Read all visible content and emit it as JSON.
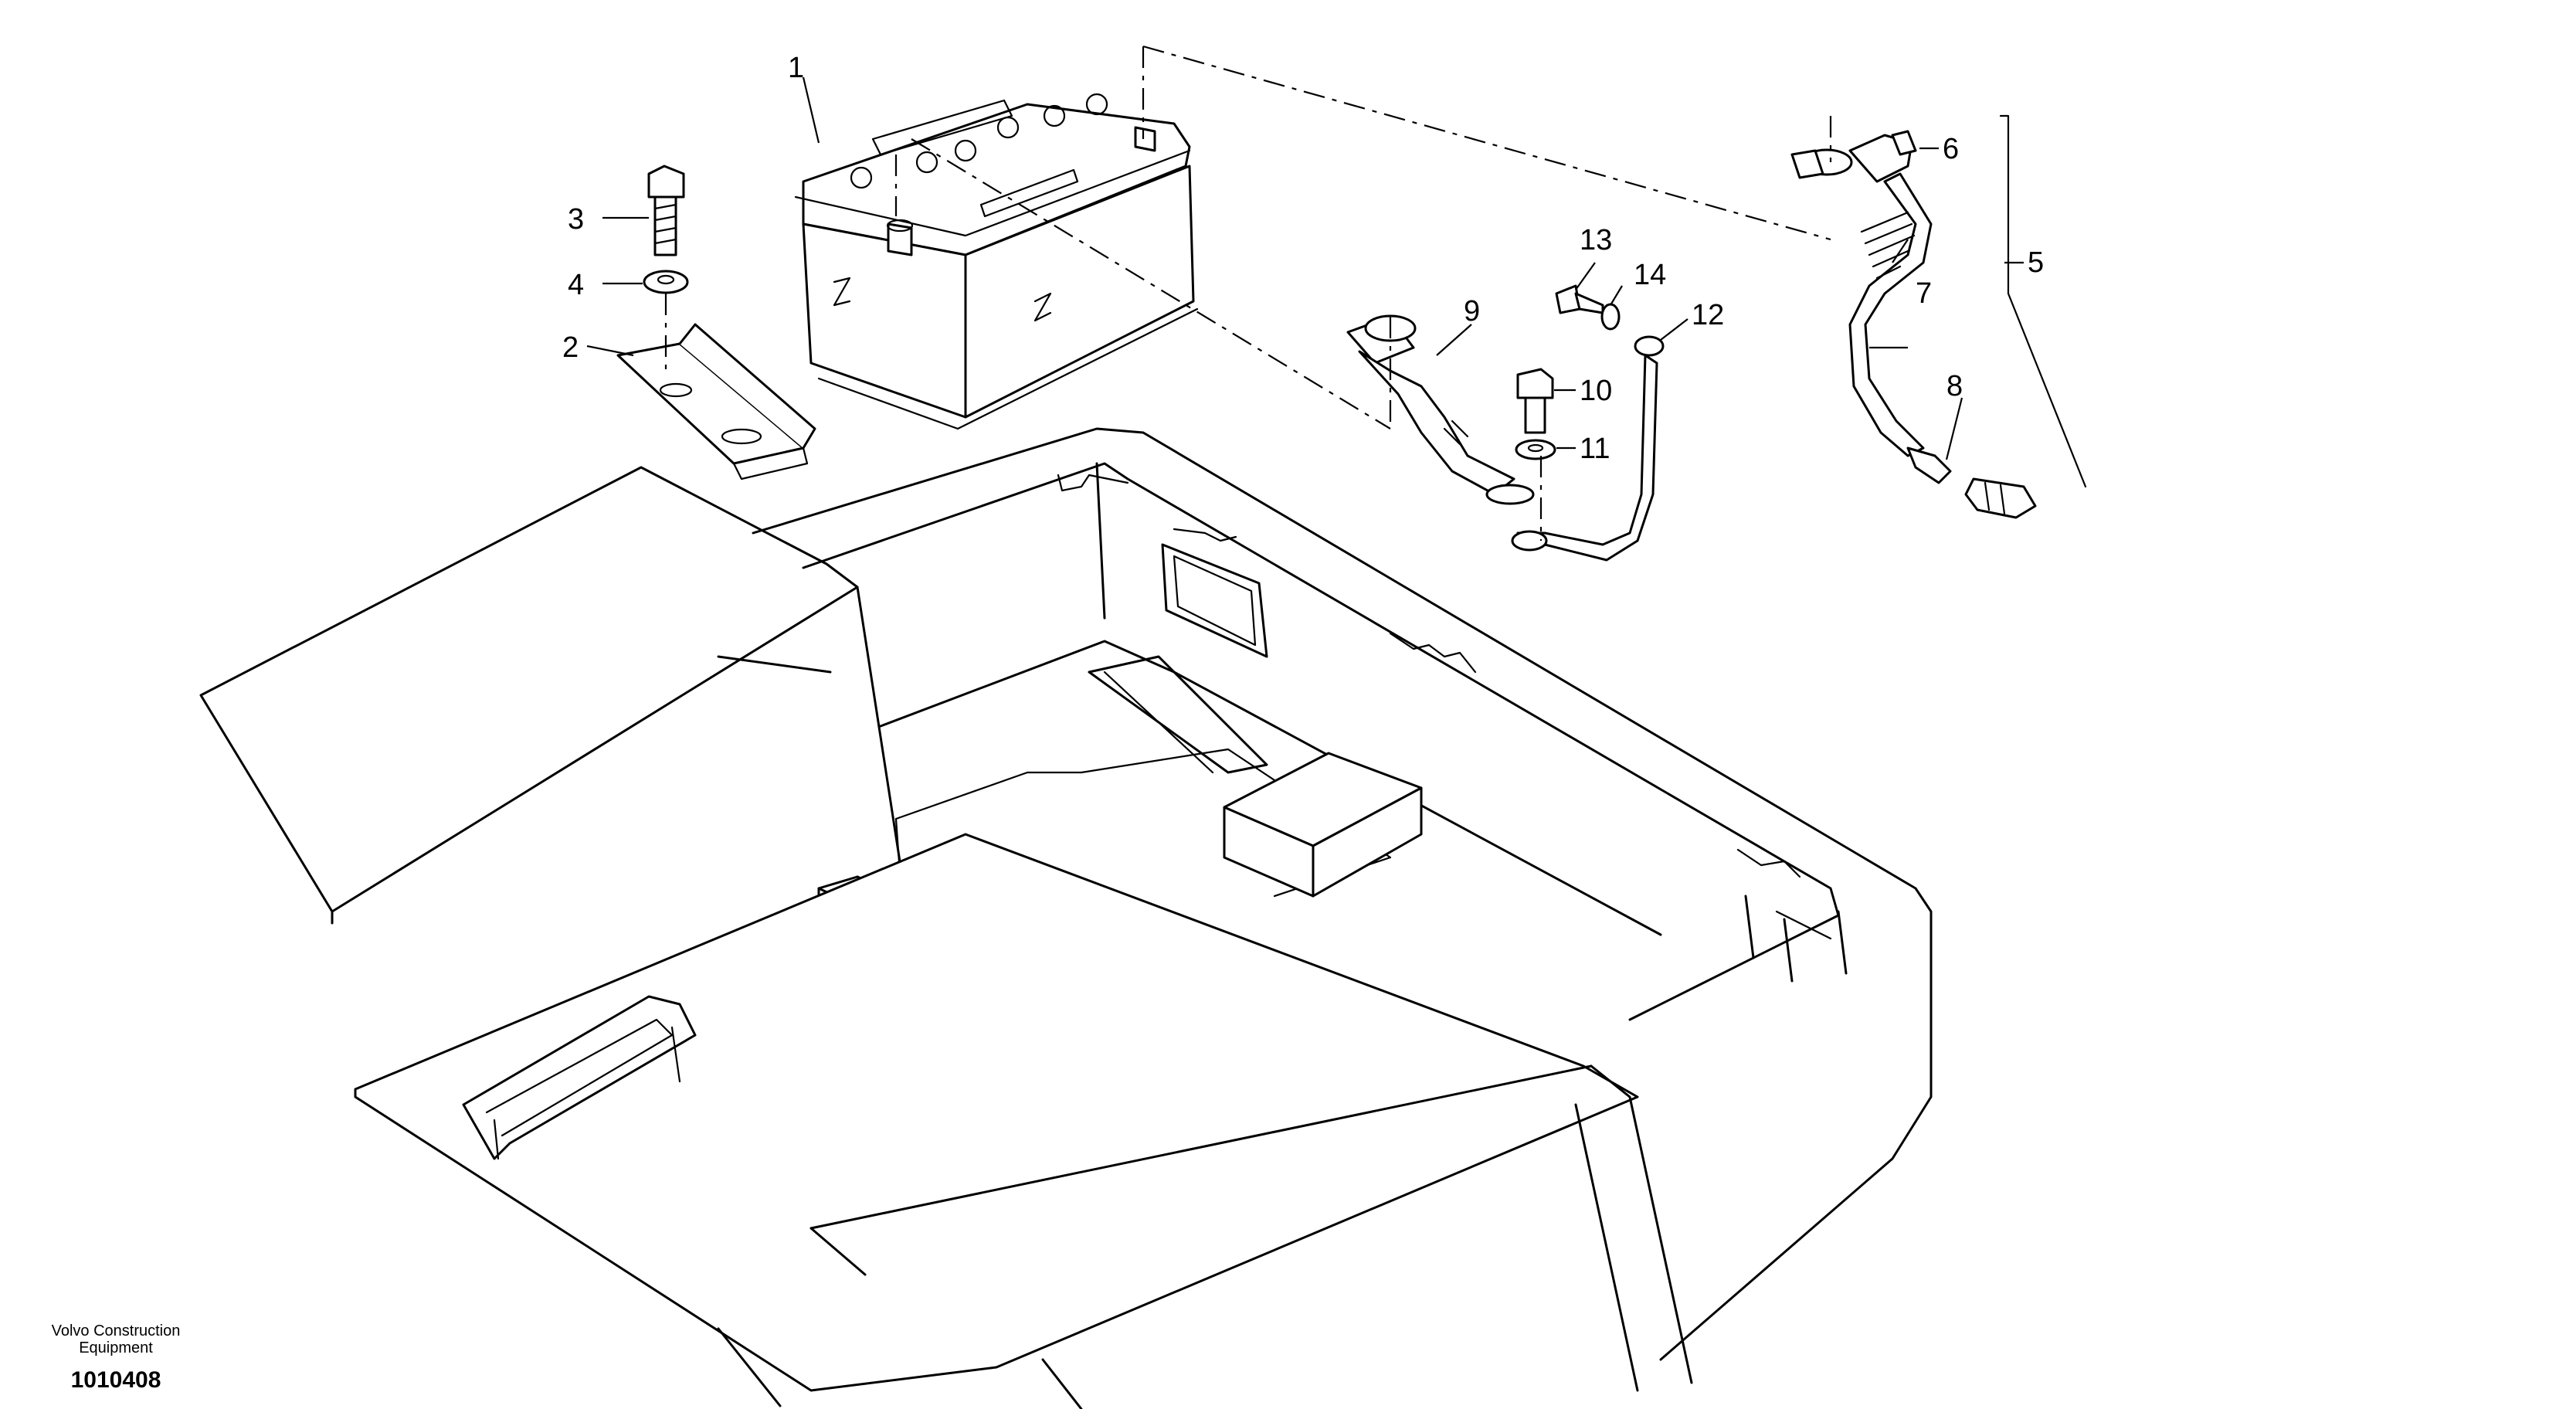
{
  "callouts": [
    {
      "id": "1",
      "label": "1"
    },
    {
      "id": "2",
      "label": "2"
    },
    {
      "id": "3",
      "label": "3"
    },
    {
      "id": "4",
      "label": "4"
    },
    {
      "id": "5",
      "label": "5"
    },
    {
      "id": "6",
      "label": "6"
    },
    {
      "id": "7",
      "label": "7"
    },
    {
      "id": "8",
      "label": "8"
    },
    {
      "id": "9",
      "label": "9"
    },
    {
      "id": "10",
      "label": "10"
    },
    {
      "id": "11",
      "label": "11"
    },
    {
      "id": "12",
      "label": "12"
    },
    {
      "id": "13",
      "label": "13"
    },
    {
      "id": "14",
      "label": "14"
    }
  ],
  "footer": {
    "company_line1": "Volvo Construction",
    "company_line2": "Equipment",
    "drawing_number": "1010408"
  }
}
